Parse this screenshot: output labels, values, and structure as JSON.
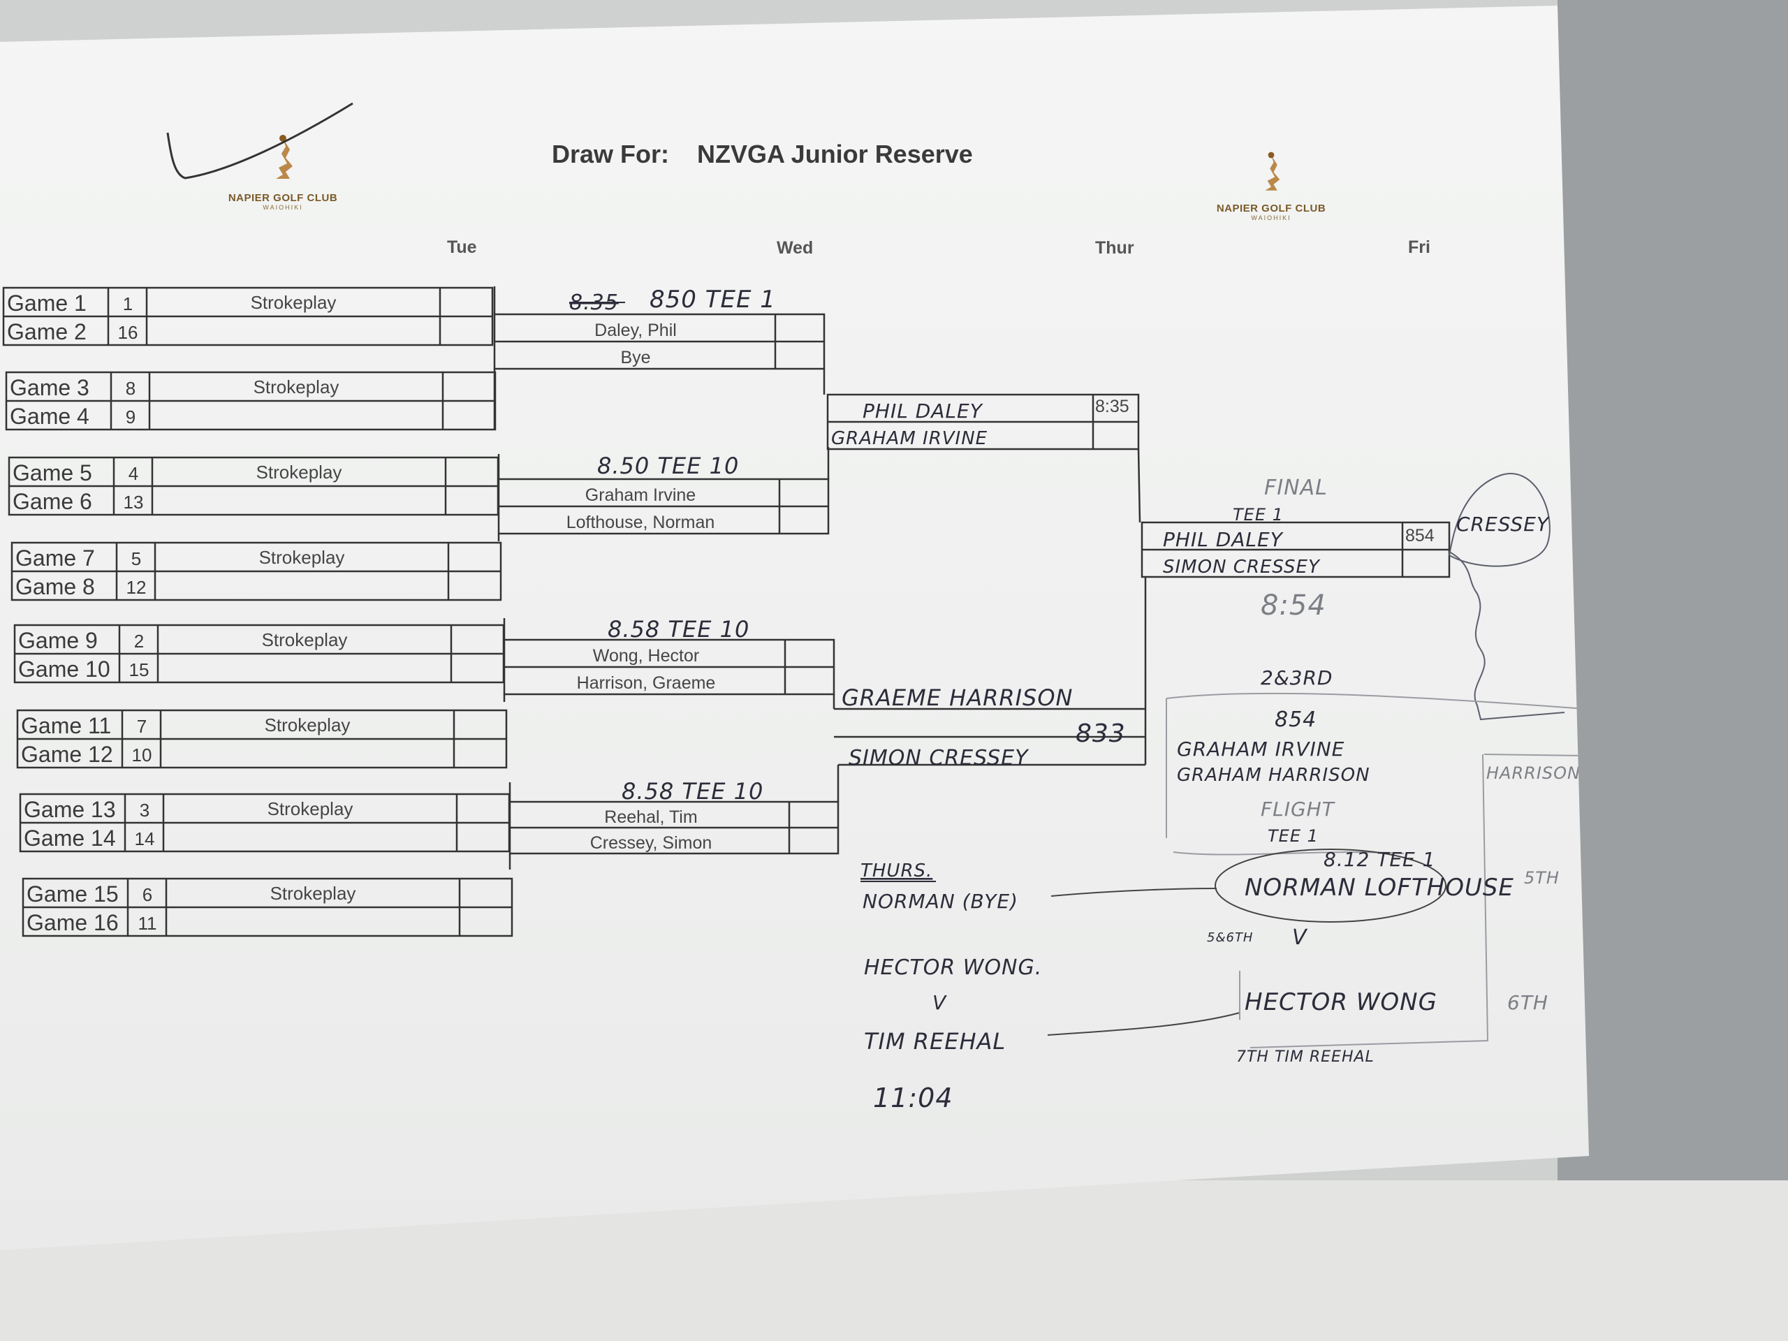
{
  "header": {
    "draw_label": "Draw For:",
    "event": "NZVGA Junior Reserve",
    "logo_left": {
      "club": "NAPIER GOLF CLUB",
      "sub": "WAIOHIKI"
    },
    "logo_right": {
      "club": "NAPIER GOLF CLUB",
      "sub": "WAIOHIKI"
    }
  },
  "days": [
    "Tue",
    "Wed",
    "Thur",
    "Fri"
  ],
  "round1": [
    {
      "game_a": "Game 1",
      "seed_a": "1",
      "game_b": "Game 2",
      "seed_b": "16",
      "format": "Strokeplay"
    },
    {
      "game_a": "Game 3",
      "seed_a": "8",
      "game_b": "Game 4",
      "seed_b": "9",
      "format": "Strokeplay"
    },
    {
      "game_a": "Game 5",
      "seed_a": "4",
      "game_b": "Game 6",
      "seed_b": "13",
      "format": "Strokeplay"
    },
    {
      "game_a": "Game 7",
      "seed_a": "5",
      "game_b": "Game 8",
      "seed_b": "12",
      "format": "Strokeplay"
    },
    {
      "game_a": "Game 9",
      "seed_a": "2",
      "game_b": "Game 10",
      "seed_b": "15",
      "format": "Strokeplay"
    },
    {
      "game_a": "Game 11",
      "seed_a": "7",
      "game_b": "Game 12",
      "seed_b": "10",
      "format": "Strokeplay"
    },
    {
      "game_a": "Game 13",
      "seed_a": "3",
      "game_b": "Game 14",
      "seed_b": "14",
      "format": "Strokeplay"
    },
    {
      "game_a": "Game 15",
      "seed_a": "6",
      "game_b": "Game 16",
      "seed_b": "11",
      "format": "Strokeplay"
    }
  ],
  "round2": [
    {
      "time_note_struck": "8.35",
      "time_note": "850 TEE 1",
      "player_a": "Daley, Phil",
      "player_b": "Bye"
    },
    {
      "time_note": "8.50  TEE 10",
      "player_a": "Graham Irvine",
      "player_b": "Lofthouse, Norman"
    },
    {
      "time_note": "8.58  TEE 10",
      "player_a": "Wong, Hector",
      "player_b": "Harrison, Graeme"
    },
    {
      "time_note": "8.58  TEE 10",
      "player_a": "Reehal, Tim",
      "player_b": "Cressey, Simon"
    }
  ],
  "semis": [
    {
      "time": "8:35",
      "player_a": "PHIL DALEY",
      "player_b": "GRAHAM IRVINE"
    },
    {
      "time": "833",
      "player_a": "GRAEME HARRISON",
      "player_b": "SIMON CRESSEY"
    }
  ],
  "final": {
    "label": "FINAL",
    "tee": "TEE 1",
    "time_box": "854",
    "player_a": "PHIL DALEY",
    "player_b": "SIMON CRESSEY",
    "time": "8:54",
    "winner": "CRESSEY"
  },
  "playoffs": {
    "second_third": {
      "label": "2&3RD",
      "time": "854",
      "player_a": "GRAHAM IRVINE",
      "player_b": "GRAHAM HARRISON",
      "flight_note": "FLIGHT",
      "tee": "TEE 1",
      "side_note": "HARRISON"
    },
    "fifth_sixth": {
      "time": "8.12  TEE 1",
      "player_a": "NORMAN LOFTHOUSE",
      "place_a": "5TH",
      "label": "5&6TH",
      "versus": "V",
      "player_b": "HECTOR WONG",
      "place_b": "6TH",
      "seventh": "7TH TIM REEHAL"
    },
    "thursday": {
      "label": "THURS.",
      "bye": "NORMAN (BYE)",
      "player_a": "HECTOR WONG.",
      "versus": "V",
      "player_b": "TIM REEHAL",
      "time": "11:04"
    }
  }
}
